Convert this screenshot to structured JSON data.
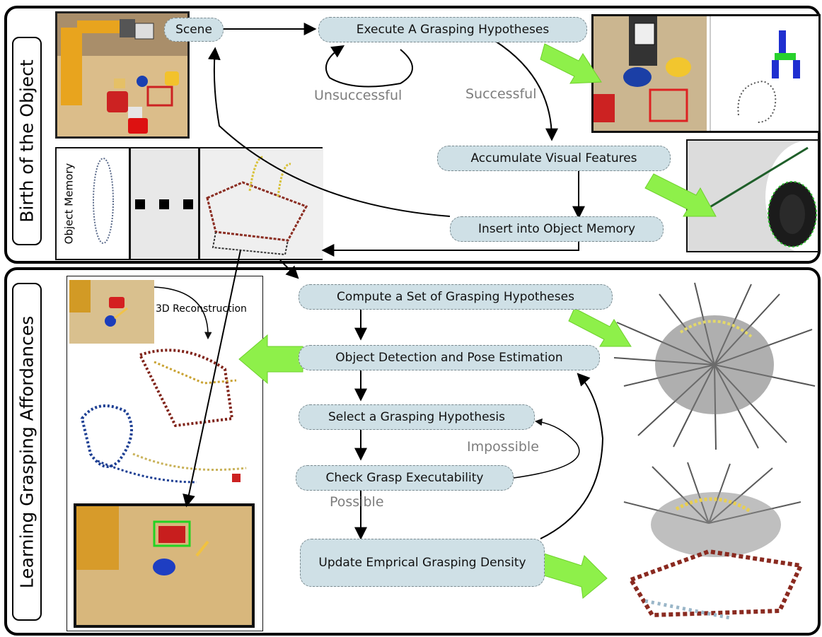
{
  "sections": {
    "top_title": "Birth of the Object",
    "bottom_title": "Learning Grasping Affordances"
  },
  "nodes": {
    "scene": "Scene",
    "execute": "Execute A Grasping Hypotheses",
    "accumulate": "Accumulate Visual Features",
    "insert": "Insert into Object Memory",
    "compute": "Compute a Set of Grasping Hypotheses",
    "detect": "Object Detection and Pose Estimation",
    "select": "Select a Grasping Hypothesis",
    "check": "Check Grasp Executability",
    "update": "Update Emprical Grasping Density"
  },
  "edge_labels": {
    "unsuccessful": "Unsuccessful",
    "successful": "Successful",
    "impossible": "Impossible",
    "possible": "Possible"
  },
  "object_memory": {
    "label": "Object Memory"
  },
  "reconstruction_label": "3D Reconstruction",
  "colors": {
    "node_fill": "#cfe0e6",
    "node_border": "#7a8a90",
    "edge_label": "#7d7d7d",
    "highlight_arrow": "#8ef04a",
    "table": "#d8b47a"
  }
}
